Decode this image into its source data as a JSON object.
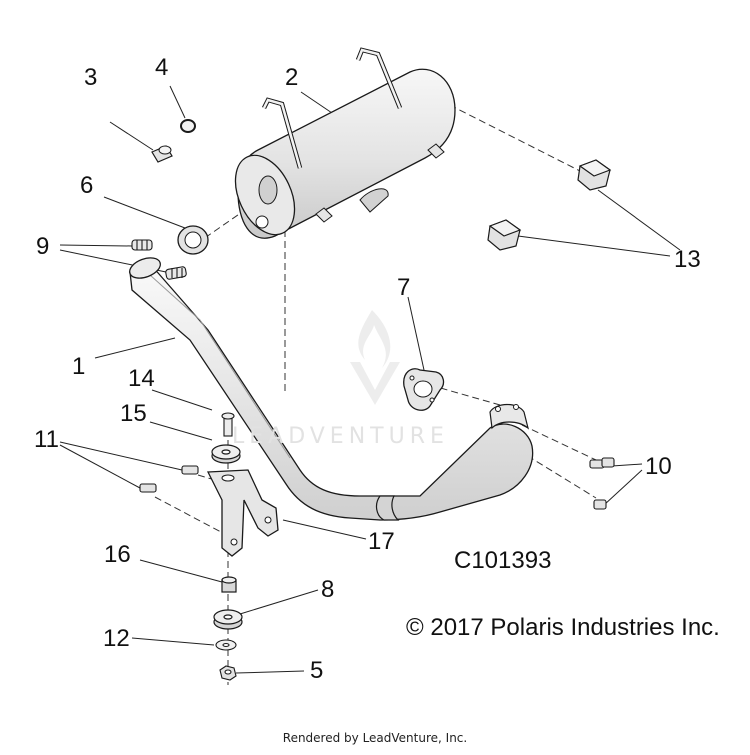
{
  "callouts": {
    "c1": "1",
    "c2": "2",
    "c3": "3",
    "c4": "4",
    "c5": "5",
    "c6": "6",
    "c7": "7",
    "c8": "8",
    "c9": "9",
    "c10": "10",
    "c11": "11",
    "c12": "12",
    "c13": "13",
    "c14": "14",
    "c15": "15",
    "c16": "16",
    "c17": "17"
  },
  "diagram_code": "C101393",
  "copyright": "© 2017 Polaris Industries Inc.",
  "rendered_by": "Rendered by LeadVenture, Inc.",
  "watermark": "LEADVENTURE",
  "colors": {
    "part_fill": "#efefef",
    "part_fill_dark": "#d9d9d9",
    "line": "#1a1a1a",
    "watermark": "#e2e2e2"
  }
}
